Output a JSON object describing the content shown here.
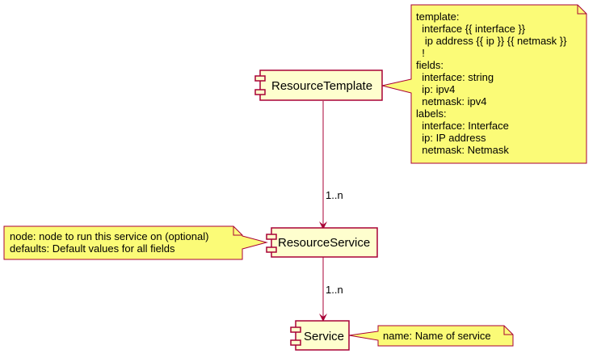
{
  "components": {
    "resource_template": "ResourceTemplate",
    "resource_service": "ResourceService",
    "service": "Service"
  },
  "multiplicities": {
    "template_to_resource_service": "1..n",
    "resource_service_to_service": "1..n"
  },
  "notes": {
    "template_note": [
      "template:",
      "  interface {{ interface }}",
      "   ip address {{ ip }} {{ netmask }}",
      "  !",
      "fields:",
      "  interface: string",
      "  ip: ipv4",
      "  netmask: ipv4",
      "labels:",
      "  interface: Interface",
      "  ip: IP address",
      "  netmask: Netmask"
    ],
    "resource_service_note": [
      "node: node to run this service on (optional)",
      "defaults: Default values for all fields"
    ],
    "service_note": [
      "name: Name of service"
    ]
  },
  "colors": {
    "component_fill": "#FEFECE",
    "component_border": "#A80036",
    "note_fill": "#FBFB77",
    "note_border": "#A80036",
    "arrow": "#A80036"
  }
}
